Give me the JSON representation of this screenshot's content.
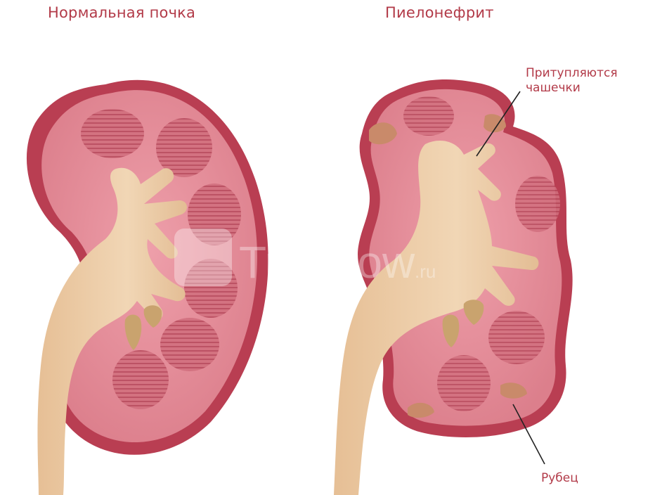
{
  "titles": {
    "normal": "Нормальная почка",
    "pyelonephritis": "Пиелонефрит"
  },
  "annotations": {
    "calyces_line1": "Притупляются",
    "calyces_line2": "чашечки",
    "scar": "Рубец"
  },
  "watermark": {
    "brand": "TutKnow",
    "suffix": ".ru"
  },
  "colors": {
    "label": "#b23a48",
    "kidney_outer": "#c0475a",
    "kidney_cortex": "#e6919c",
    "pyramid": "#c95a6b",
    "pelvis": "#e9c8a2",
    "scar": "#c9896a"
  }
}
